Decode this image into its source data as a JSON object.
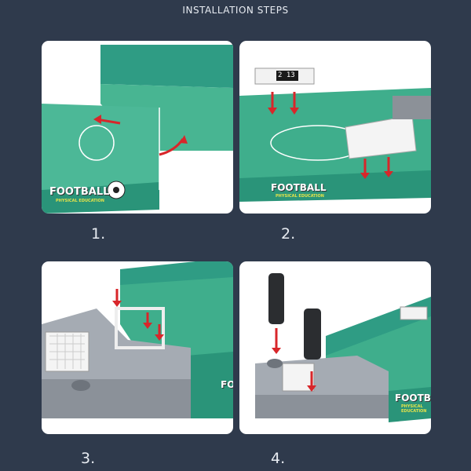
{
  "header": {
    "title": "INSTALLATION STEPS"
  },
  "steps": [
    {
      "label": "1."
    },
    {
      "label": "2."
    },
    {
      "label": "3."
    },
    {
      "label": "4."
    }
  ],
  "product": {
    "logo_text": "FOOTBALL",
    "logo_subtext": "PHYSICAL EDUCATION",
    "scoreboard": "2 13"
  },
  "colors": {
    "background": "#2f3a4c",
    "field": "#3fae8c",
    "rail": "#2f9c84",
    "arrow": "#d8262a",
    "goal_frame": "#9aa0a8"
  }
}
